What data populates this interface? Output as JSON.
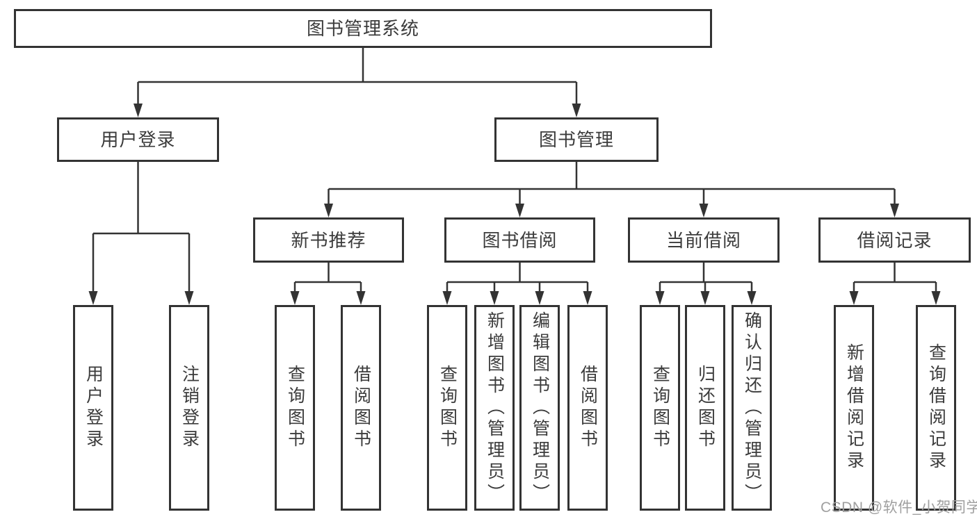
{
  "diagram": {
    "type": "tree-structure-chart",
    "colors": {
      "line": "#333333",
      "box_border": "#333333",
      "box_fill": "#ffffff",
      "text": "#3b3b3b",
      "watermark": "#9f9f9f",
      "background": "#ffffff"
    },
    "watermark": "CSDN @软件_小贺同学"
  },
  "tree": {
    "label": "图书管理系统",
    "children": [
      {
        "label": "用户登录",
        "children": [
          {
            "label": "用户登录"
          },
          {
            "label": "注销登录"
          }
        ]
      },
      {
        "label": "图书管理",
        "children": [
          {
            "label": "新书推荐",
            "children": [
              {
                "label": "查询图书"
              },
              {
                "label": "借阅图书"
              }
            ]
          },
          {
            "label": "图书借阅",
            "children": [
              {
                "label": "查询图书"
              },
              {
                "label": "新增图书（管理员）"
              },
              {
                "label": "编辑图书（管理员）"
              },
              {
                "label": "借阅图书"
              }
            ]
          },
          {
            "label": "当前借阅",
            "children": [
              {
                "label": "查询图书"
              },
              {
                "label": "归还图书"
              },
              {
                "label": "确认归还（管理员）"
              }
            ]
          },
          {
            "label": "借阅记录",
            "children": [
              {
                "label": "新增借阅记录"
              },
              {
                "label": "查询借阅记录"
              }
            ]
          }
        ]
      }
    ]
  }
}
